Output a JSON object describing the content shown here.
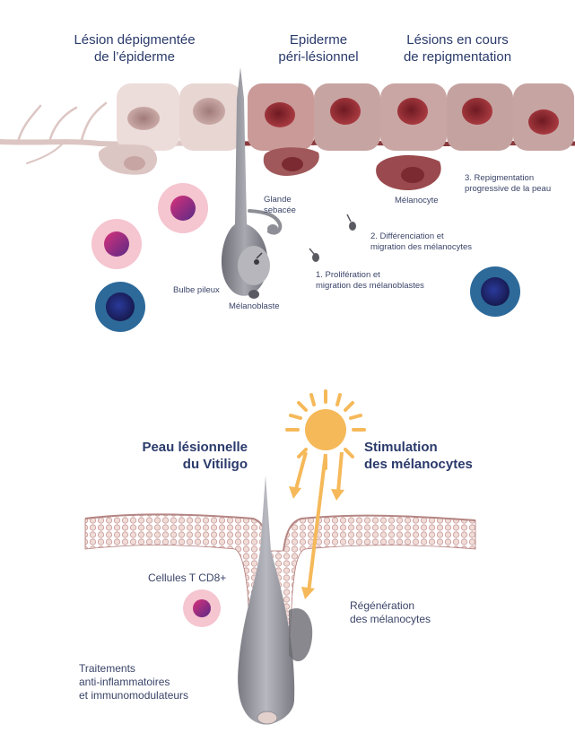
{
  "top": {
    "heading_left_1": "Lésion dépigmentée",
    "heading_left_2": "de l’épiderme",
    "heading_mid_1": "Epiderme",
    "heading_mid_2": "péri-lésionnel",
    "heading_right_1": "Lésions en cours",
    "heading_right_2": "de repigmentation",
    "glande_1": "Glande",
    "glande_2": "sebacée",
    "bulbe": "Bulbe pileux",
    "melanoblaste": "Mélanoblaste",
    "melanocyte": "Mélanocyte",
    "step1_1": "1. Prolifération et",
    "step1_2": "migration des mélanoblastes",
    "step2_1": "2. Différenciation et",
    "step2_2": "migration des mélanocytes",
    "step3_1": "3. Repigmentation",
    "step3_2": "progressive de la peau"
  },
  "bottom": {
    "heading_left_1": "Peau lésionnelle",
    "heading_left_2": "du Vitiligo",
    "heading_right_1": "Stimulation",
    "heading_right_2": "des mélanocytes",
    "cd8": "Cellules T CD8+",
    "regen_1": "Régénération",
    "regen_2": "des mélanocytes",
    "treat_1": "Traitements",
    "treat_2": "anti-inflammatoires",
    "treat_3": "et immunomodulateurs"
  },
  "colors": {
    "pale_skin": "#e3cfcc",
    "pink_cell": "#c99a98",
    "dark_red_nucleus": "#8b2a30",
    "sun": "#f5b95a",
    "blue_cell": "#2d6a9a",
    "pink_ring": "#f5c5d0",
    "hair_grey": "#8e8e96"
  }
}
